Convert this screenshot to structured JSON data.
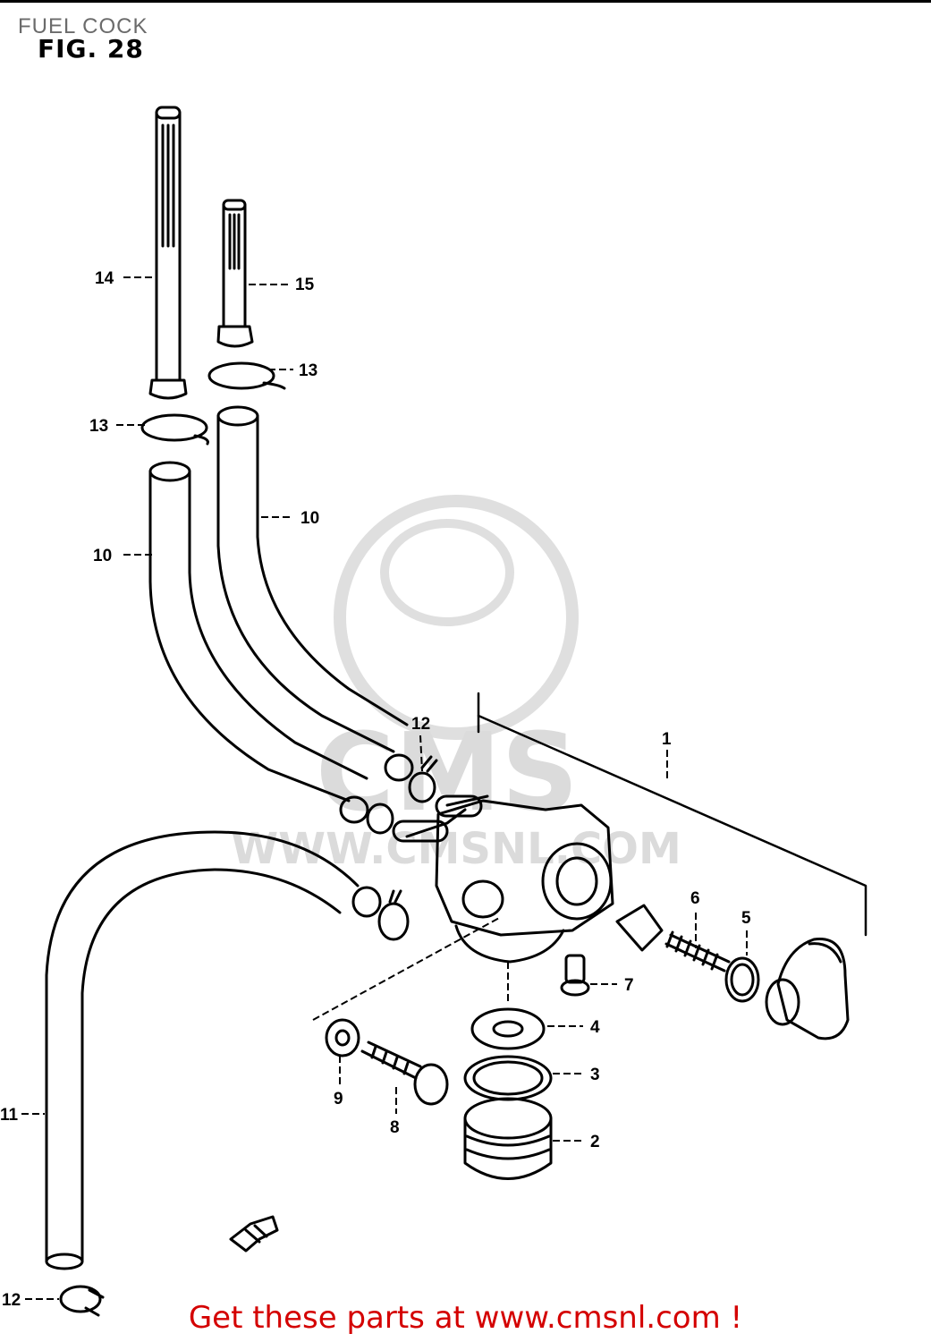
{
  "header": {
    "page_title": "FUEL COCK",
    "fig_label": "FIG. 28"
  },
  "watermark": {
    "brand": "CMS",
    "url": "WWW.CMSNL.COM"
  },
  "callouts": {
    "c1": "1",
    "c2": "2",
    "c3": "3",
    "c4": "4",
    "c5": "5",
    "c6": "6",
    "c7": "7",
    "c8": "8",
    "c9": "9",
    "c10a": "10",
    "c10b": "10",
    "c11": "11",
    "c12a": "12",
    "c12b": "12",
    "c13a": "13",
    "c13b": "13",
    "c14": "14",
    "c15": "15"
  },
  "footer": {
    "cta_text": "Get these parts at www.cmsnl.com !"
  },
  "colors": {
    "line": "#000000",
    "footer_text": "#d40000",
    "watermark": "#d8d8d8",
    "title_gray": "#6b6b6b"
  }
}
